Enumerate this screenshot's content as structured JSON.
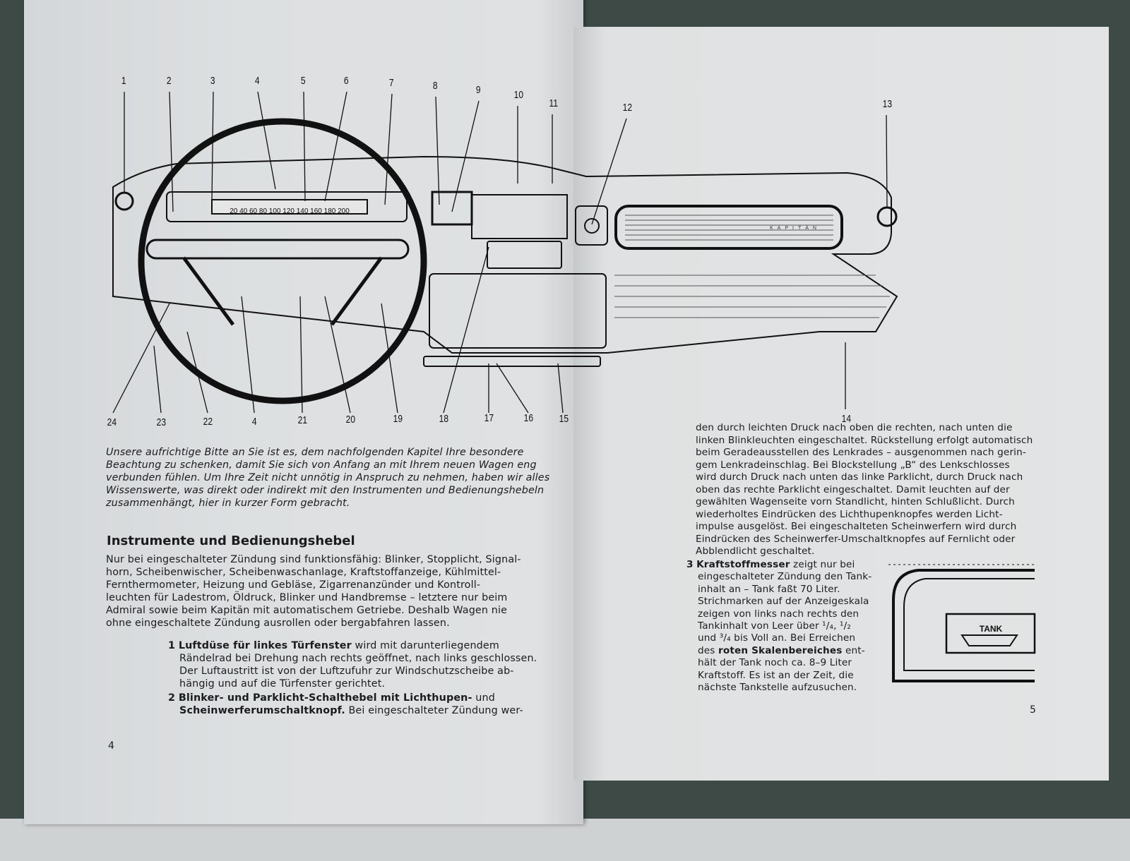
{
  "diagram": {
    "callouts_top": [
      "1",
      "2",
      "3",
      "4",
      "5",
      "6",
      "7",
      "8",
      "9",
      "10",
      "11",
      "12",
      "13"
    ],
    "callouts_bottom": [
      "24",
      "23",
      "22",
      "4",
      "21",
      "20",
      "19",
      "18",
      "17",
      "16",
      "15",
      "14"
    ],
    "speedometer_scale": "20 40 60 80 100 120 140 160 180 200",
    "brand_lettering": "KAPITÄN",
    "tank_gauge_label": "TANK"
  },
  "left": {
    "intro_lines": [
      "Unsere aufrichtige Bitte an Sie ist es, dem nachfolgenden Kapitel Ihre besondere",
      "Beachtung zu schenken, damit Sie sich von Anfang an mit Ihrem neuen Wagen eng",
      "verbunden fühlen. Um Ihre Zeit nicht unnötig in Anspruch zu nehmen, haben wir alles",
      "Wissenswerte, was direkt oder indirekt mit den Instrumenten und Bedienungshebeln",
      "zusammenhängt, hier in kurzer Form gebracht."
    ],
    "heading": "Instrumente und Bedienungshebel",
    "body_lines": [
      "Nur bei eingeschalteter Zündung sind funktionsfähig: Blinker, Stopplicht, Signal-",
      "horn, Scheibenwischer, Scheibenwaschanlage, Kraftstoffanzeige, Kühlmittel-",
      "Fernthermometer, Heizung und Gebläse, Zigarrenanzünder und Kontroll-",
      "leuchten für Ladestrom, Öldruck, Blinker und Handbremse – letztere nur beim",
      "Admiral sowie beim Kapitän mit automatischem Getriebe. Deshalb Wagen nie",
      "ohne eingeschaltete Zündung ausrollen oder bergabfahren lassen."
    ],
    "item1": {
      "number": "1",
      "title": "Luftdüse für linkes Türfenster",
      "first_line_rest": " wird mit darunterliegendem",
      "lines": [
        "Rändelrad bei Drehung nach rechts geöffnet, nach links geschlossen.",
        "Der Luftaustritt ist von der Luftzufuhr zur Windschutzscheibe ab-",
        "hängig und auf die Türfenster gerichtet."
      ]
    },
    "item2": {
      "number": "2",
      "title_line1": "Blinker- und Parklicht-Schalthebel mit Lichthupen-",
      "title_line1_rest": " und",
      "title_line2": "Scheinwerferumschaltknopf.",
      "line2_rest": " Bei eingeschalteter Zündung wer-"
    },
    "page_number": "4"
  },
  "right": {
    "continued_lines": [
      "den durch leichten Druck nach oben die rechten, nach unten die",
      "linken Blinkleuchten eingeschaltet. Rückstellung erfolgt automatisch",
      "beim Geradeausstellen des Lenkrades – ausgenommen nach gerin-",
      "gem Lenkradeinschlag. Bei Blockstellung „B“ des Lenkschlosses",
      "wird durch Druck nach unten das linke Parklicht, durch Druck nach",
      "oben das rechte Parklicht eingeschaltet. Damit leuchten auf der",
      "gewählten Wagenseite vorn Standlicht, hinten Schlußlicht. Durch",
      "wiederholtes Eindrücken des Lichthupenknopfes werden Licht-",
      "impulse ausgelöst. Bei eingeschalteten Scheinwerfern wird durch",
      "Eindrücken des Scheinwerfer-Umschaltknopfes auf Fernlicht oder",
      "Abblendlicht geschaltet."
    ],
    "item3": {
      "number": "3",
      "title": "Kraftstoffmesser",
      "first_line_rest": " zeigt nur bei",
      "lines": [
        "eingeschalteter Zündung den Tank-",
        "inhalt an – Tank faßt 70 Liter.",
        "Strichmarken auf der Anzeigeskala",
        "zeigen von links nach rechts den",
        "Tankinhalt von Leer über ¹/₄, ¹/₂",
        "und ³/₄ bis Voll an. Bei Erreichen"
      ],
      "bold_line_pre": "des ",
      "bold_phrase": "roten Skalenbereiches",
      "bold_line_post": " ent-",
      "end_lines": [
        "hält der Tank noch ca. 8–9 Liter",
        "Kraftstoff. Es ist an der Zeit, die",
        "nächste Tankstelle aufzusuchen."
      ]
    },
    "page_number": "5"
  }
}
